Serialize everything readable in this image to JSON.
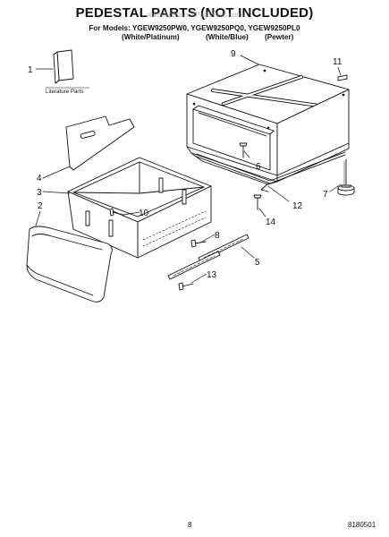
{
  "header": {
    "title": "PEDESTAL PARTS (NOT INCLUDED)",
    "watermark": "www.AppliancePartsPros.com",
    "models_line": "For Models: YGEW9250PW0, YGEW9250PQ0, YGEW9250PL0",
    "variants": [
      "(White/Platinum)",
      "(White/Blue)",
      "(Pewter)"
    ]
  },
  "diagram": {
    "literature_label": "Literature Parts",
    "callouts": [
      "1",
      "2",
      "3",
      "4",
      "5",
      "6",
      "7",
      "8",
      "9",
      "10",
      "11",
      "12",
      "13",
      "14"
    ]
  },
  "footer": {
    "page_number": "8",
    "doc_number": "8180501"
  }
}
